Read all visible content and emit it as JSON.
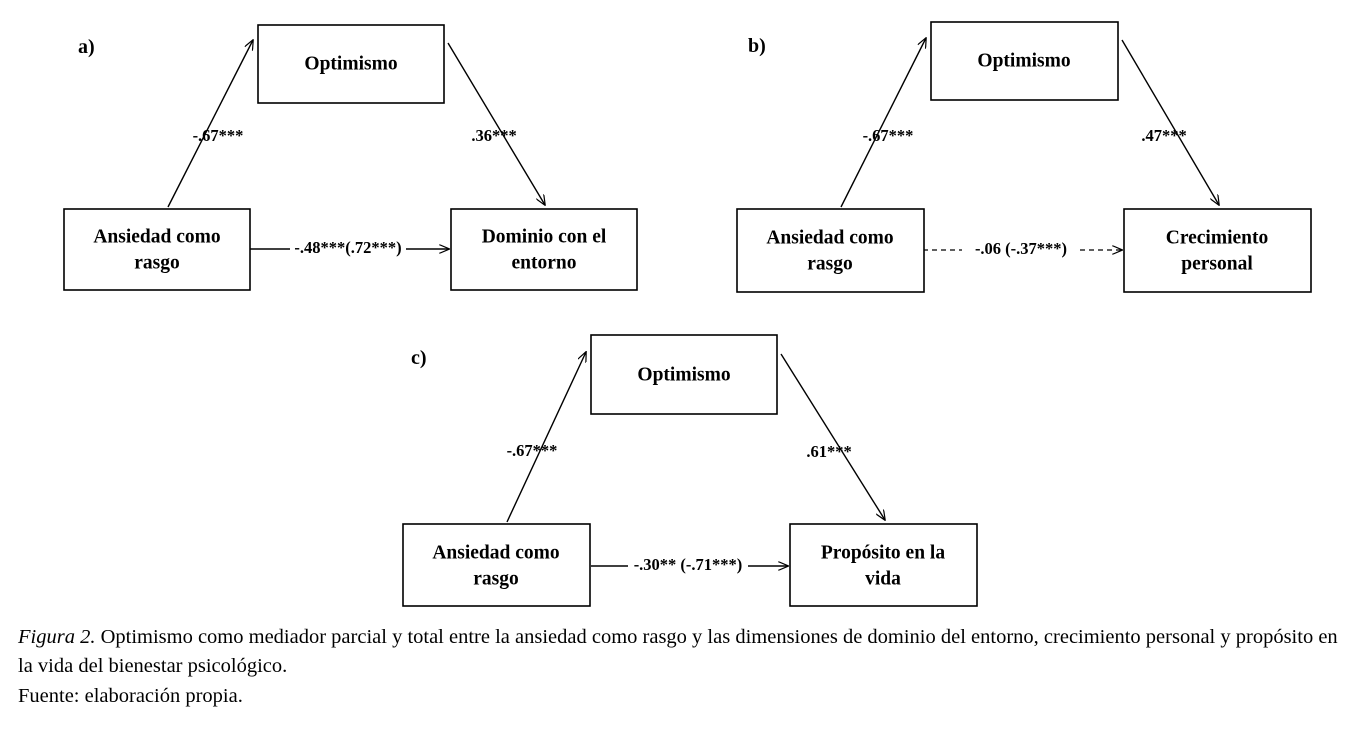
{
  "figure": {
    "caption_label": "Figura 2.",
    "caption_text": " Optimismo como mediador parcial y total entre la ansiedad como rasgo y las dimensiones de dominio del entorno, crecimiento personal y propósito en la vida del bienestar psicológico.",
    "source_line": "Fuente: elaboración propia."
  },
  "chart_data": {
    "type": "diagram",
    "title": "Optimismo como mediador parcial y total entre la ansiedad como rasgo y las dimensiones del bienestar psicológico",
    "panels": [
      {
        "letter": "a)",
        "nodes": {
          "mediator": "Optimismo",
          "predictor": "Ansiedad como rasgo",
          "outcome": "Dominio con el entorno"
        },
        "paths": {
          "a_path": "-.67***",
          "b_path": ".36***",
          "c_path": "-.48***(.72***)"
        },
        "direct_path_style": "solid"
      },
      {
        "letter": "b)",
        "nodes": {
          "mediator": "Optimismo",
          "predictor": "Ansiedad como rasgo",
          "outcome": "Crecimiento personal"
        },
        "paths": {
          "a_path": "-.67***",
          "b_path": ".47***",
          "c_path": "-.06 (-.37***)"
        },
        "direct_path_style": "dashed"
      },
      {
        "letter": "c)",
        "nodes": {
          "mediator": "Optimismo",
          "predictor": "Ansiedad como rasgo",
          "outcome": "Propósito en la vida"
        },
        "paths": {
          "a_path": "-.67***",
          "b_path": ".61***",
          "c_path": "-.30** (-.71***)"
        },
        "direct_path_style": "solid"
      }
    ],
    "colors": {
      "background": "#ffffff",
      "stroke": "#000000",
      "text": "#000000"
    }
  }
}
